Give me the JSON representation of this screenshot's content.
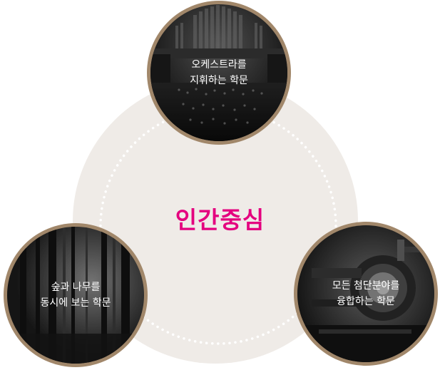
{
  "center": {
    "title": "인간중심"
  },
  "nodes": [
    {
      "id": "orchestra",
      "line1": "오케스트라를",
      "line2": "지휘하는 학문",
      "image": "orchestra-photo"
    },
    {
      "id": "forest",
      "line1": "숲과 나무를",
      "line2": "동시에 보는 학문",
      "image": "forest-photo"
    },
    {
      "id": "tech",
      "line1": "모든 첨단분야를",
      "line2": "융합하는 학문",
      "image": "machinery-photo"
    }
  ],
  "colors": {
    "accent": "#e4007f",
    "ring_border": "#a1876a",
    "center_disc": "#efebe7",
    "dots": "#ffffff"
  }
}
